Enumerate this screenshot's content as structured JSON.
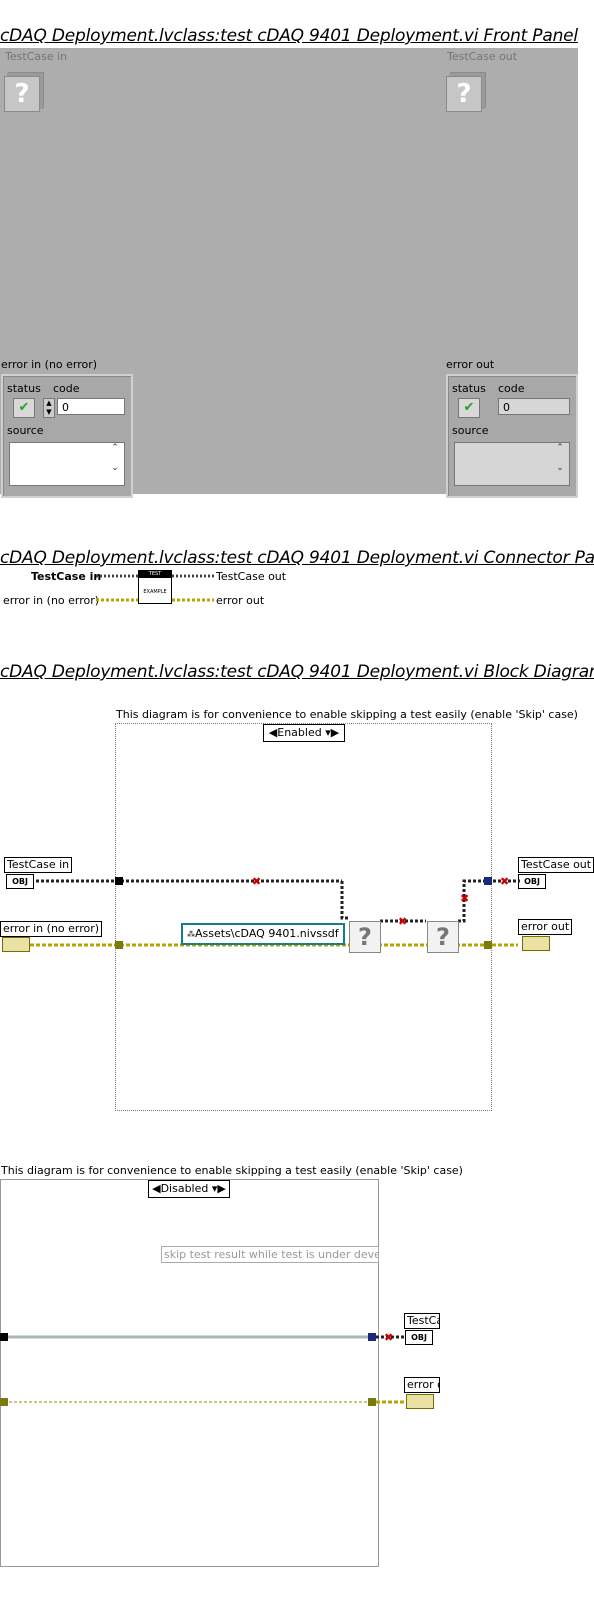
{
  "front_panel": {
    "title": "cDAQ Deployment.lvclass:test cDAQ 9401 Deployment.vi Front Panel",
    "testcase_in_label": "TestCase in",
    "testcase_out_label": "TestCase out",
    "error_in": {
      "label": "error in (no error)",
      "status_label": "status",
      "code_label": "code",
      "code_value": "0",
      "source_label": "source"
    },
    "error_out": {
      "label": "error out",
      "status_label": "status",
      "code_label": "code",
      "code_value": "0",
      "source_label": "source"
    }
  },
  "connector_pane": {
    "title": "cDAQ Deployment.lvclass:test cDAQ 9401 Deployment.vi Connector Pane",
    "left_top": "TestCase in",
    "left_bottom": "error in (no error)",
    "right_top": "TestCase out",
    "right_bottom": "error out",
    "icon_top": "TEST",
    "icon_bottom": "EXAMPLE"
  },
  "block_diagram": {
    "title": "cDAQ Deployment.lvclass:test cDAQ 9401 Deployment.vi Block Diagram",
    "comment": "This diagram is for convenience to enable skipping a test easily (enable 'Skip' case)",
    "case_enabled": "Enabled",
    "case_disabled": "Disabled",
    "testcase_in": "TestCase in",
    "testcase_out": "TestCase out",
    "error_in": "error in (no error)",
    "error_out": "error out",
    "path_constant": "Assets\\cDAQ 9401.nivssdf",
    "obj_label": "OBJ",
    "skip_comment": "skip test result while test is under develop",
    "testcase_out_clipped": "TestCa",
    "error_out_clipped": "error o"
  }
}
